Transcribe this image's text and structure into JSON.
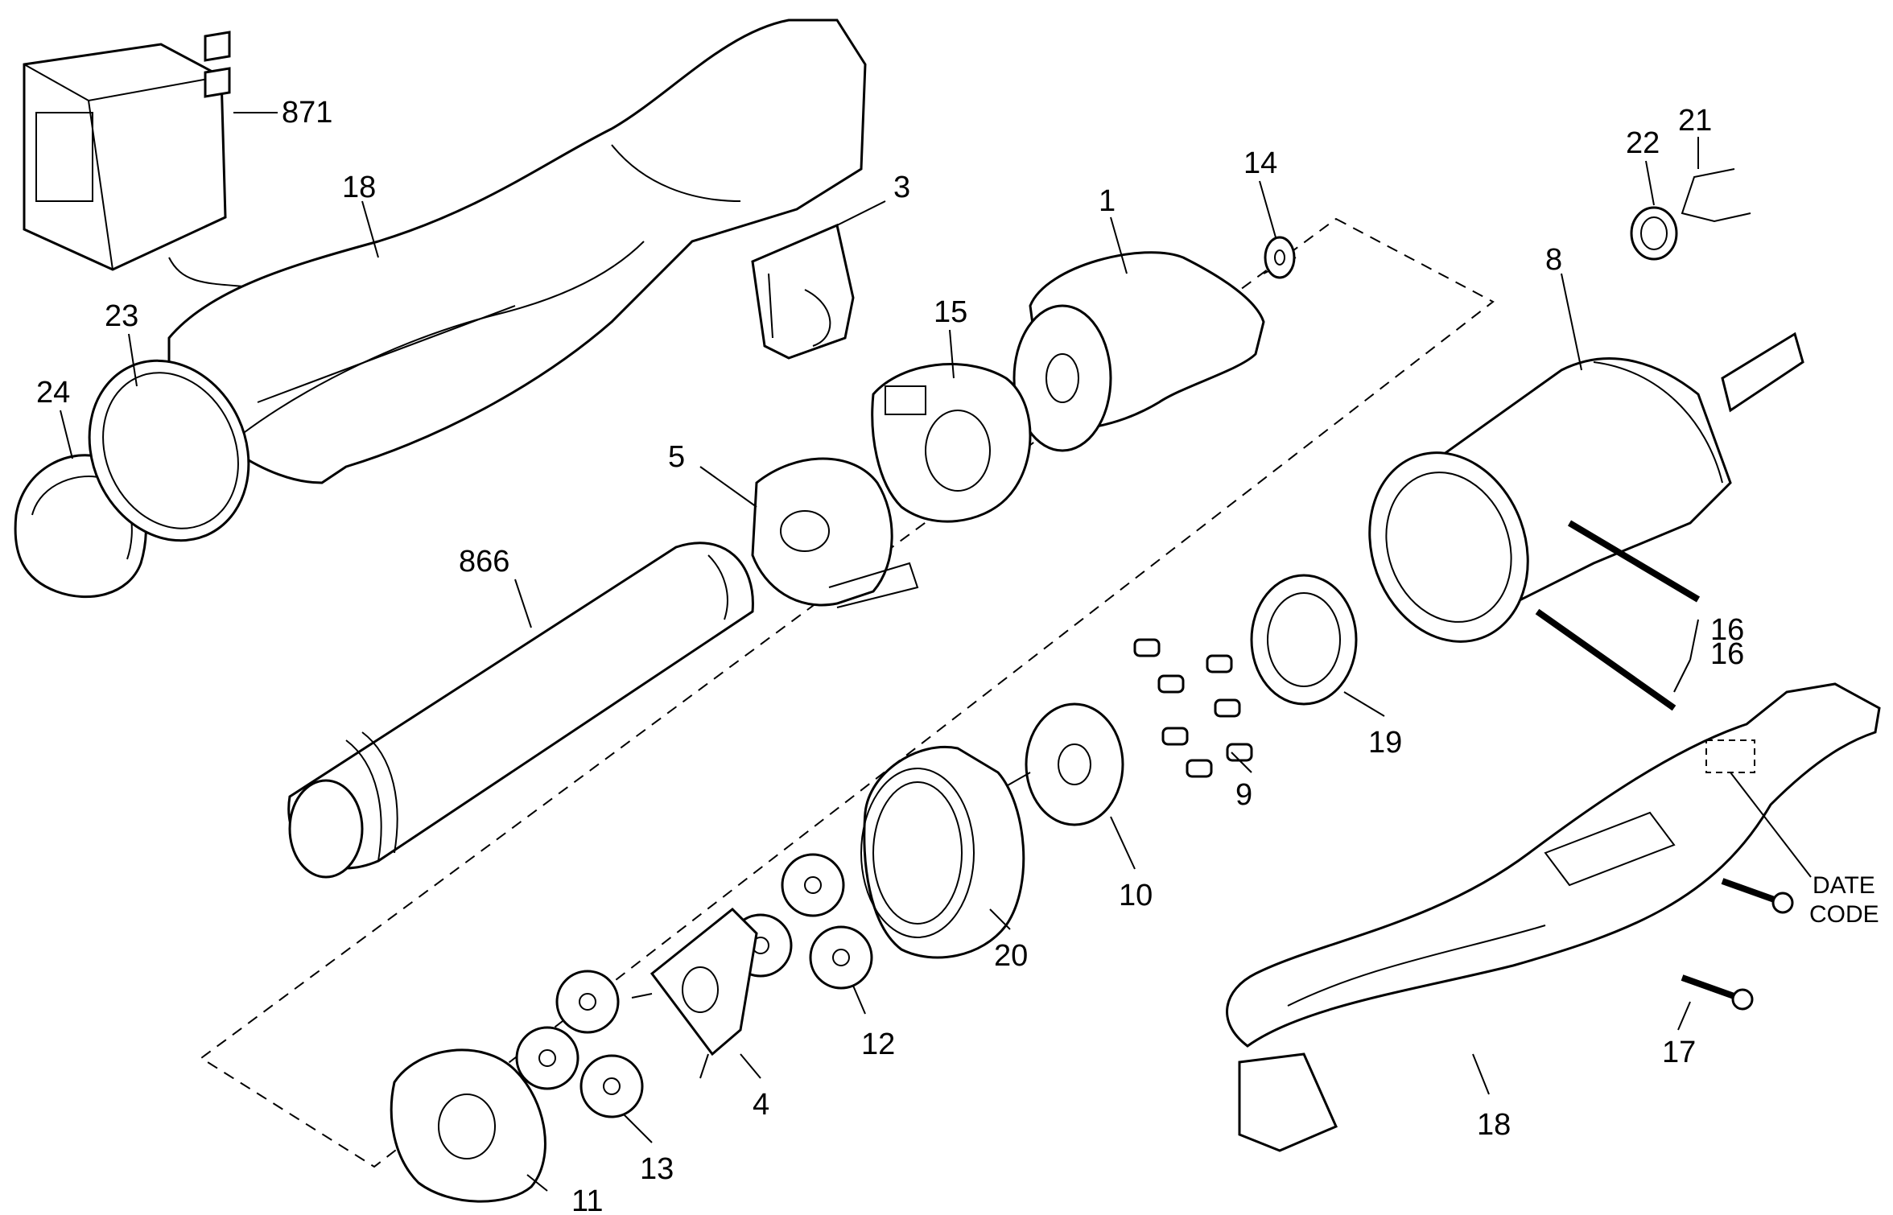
{
  "labels": {
    "p871": "871",
    "p18_top": "18",
    "p3": "3",
    "p1": "1",
    "p14": "14",
    "p22": "22",
    "p21": "21",
    "p8": "8",
    "p23": "23",
    "p24": "24",
    "p15": "15",
    "p5": "5",
    "p866": "866",
    "p16_a": "16",
    "p16_b": "16",
    "p19": "19",
    "p9": "9",
    "p10": "10",
    "p20": "20",
    "p12": "12",
    "p4": "4",
    "p13": "13",
    "p11": "11",
    "p17": "17",
    "p18_bottom": "18",
    "date_code_line1": "DATE",
    "date_code_line2": "CODE"
  }
}
